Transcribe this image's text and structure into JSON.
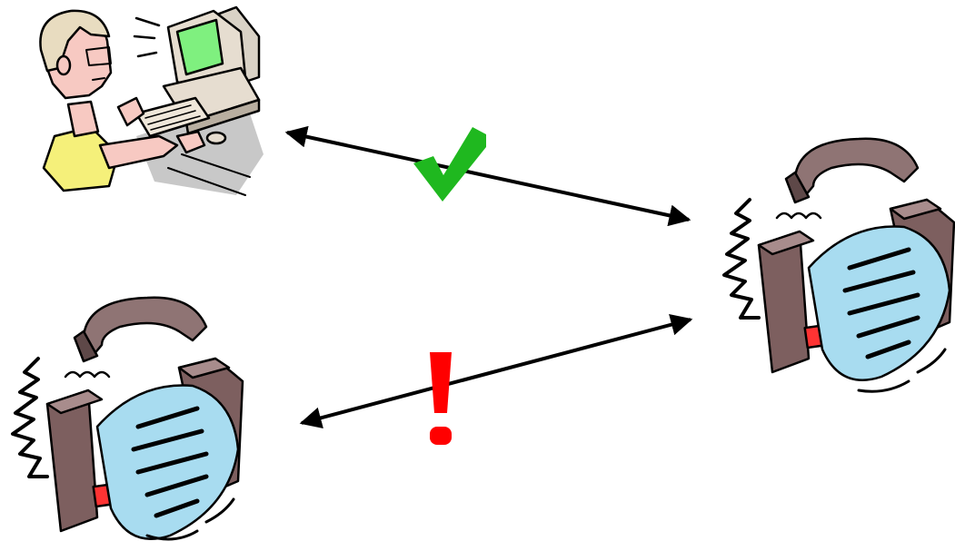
{
  "diagram": {
    "nodes": [
      {
        "id": "computer-user",
        "icon": "computer-user-icon"
      },
      {
        "id": "fax-machine-right",
        "icon": "fax-machine-icon"
      },
      {
        "id": "fax-machine-left",
        "icon": "fax-machine-icon"
      }
    ],
    "connections": [
      {
        "from": "computer-user",
        "to": "fax-machine-right",
        "direction": "bidirectional",
        "status": "success",
        "status_icon": "check-mark-icon"
      },
      {
        "from": "fax-machine-left",
        "to": "fax-machine-right",
        "direction": "bidirectional",
        "status": "failure",
        "status_icon": "exclamation-mark-icon"
      }
    ]
  },
  "colors": {
    "background": "#ffffff",
    "arrow": "#000000",
    "success": "#1fb81f",
    "failure": "#ff0000",
    "fax_body": "#7d5f5f",
    "fax_paper": "#a8dcf0",
    "monitor_screen": "#7ff07f",
    "shirt": "#f5f07a",
    "skin": "#f7c9c2"
  }
}
